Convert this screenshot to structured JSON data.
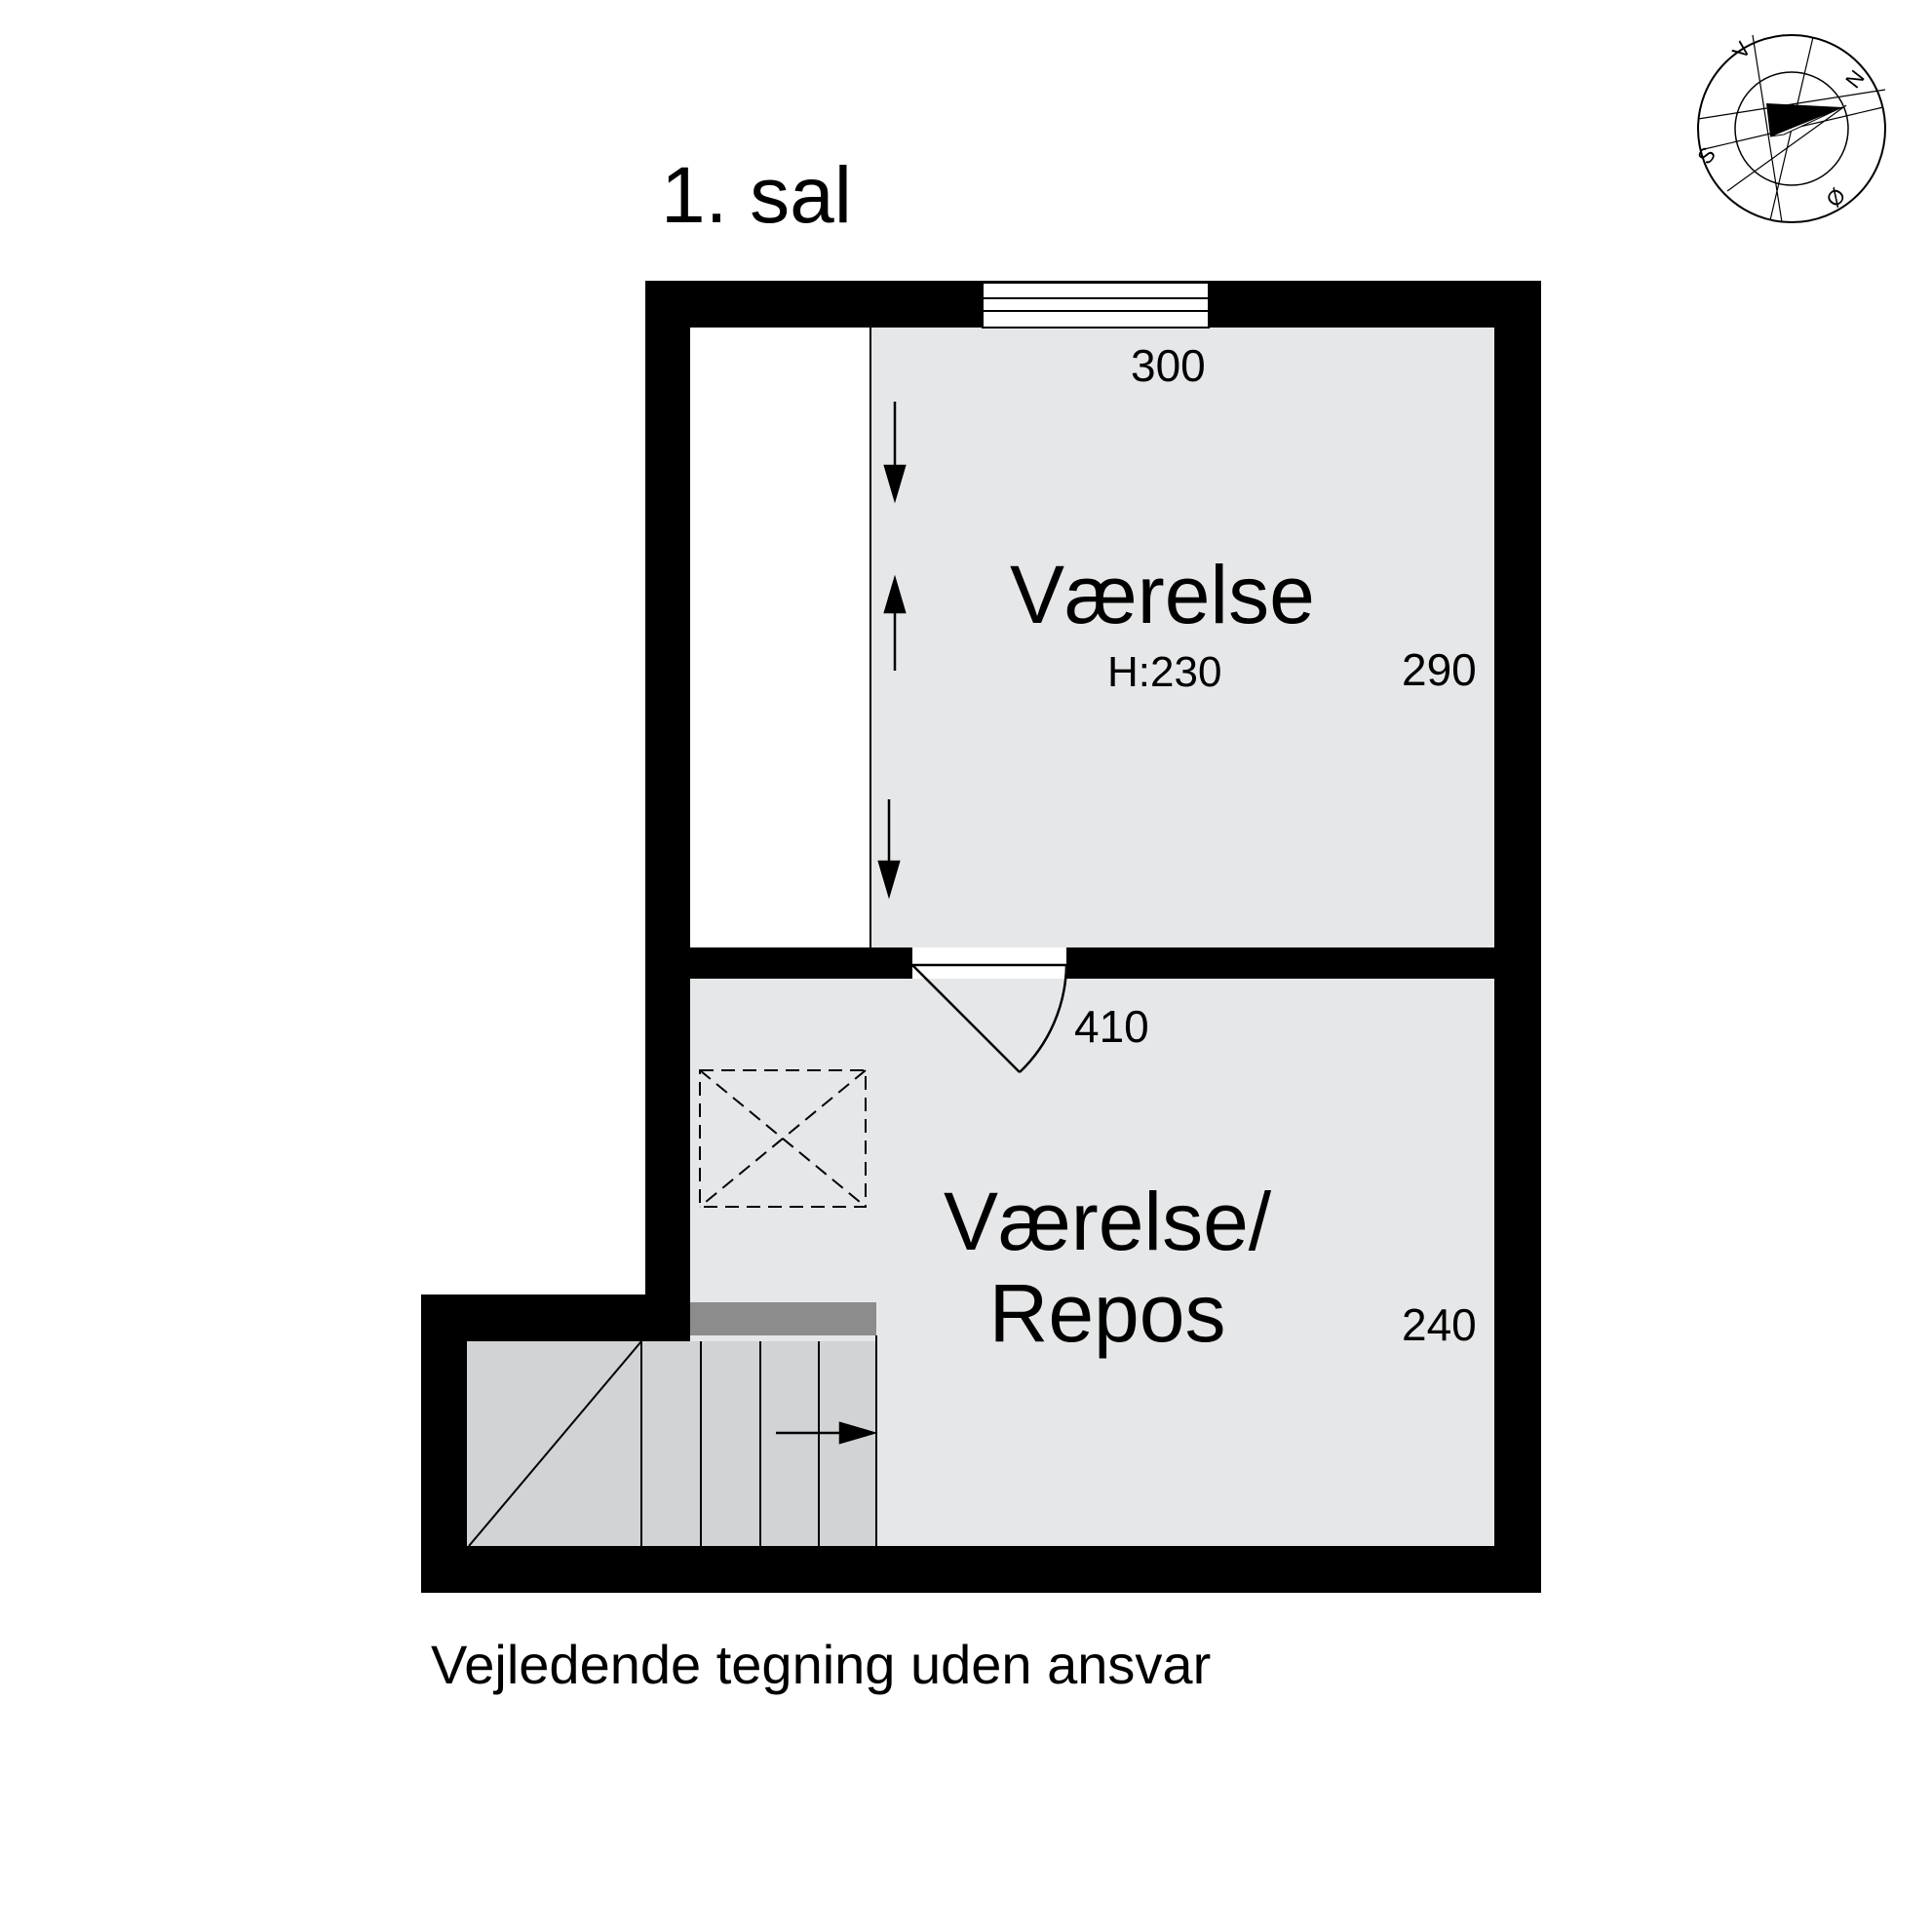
{
  "floor_title": "1. sal",
  "rooms": [
    {
      "name": "Værelse",
      "height": "H:230"
    },
    {
      "name_lines": [
        "Værelse/",
        "Repos"
      ]
    }
  ],
  "dimensions": {
    "top_width": "300",
    "upper_side": "290",
    "middle": "410",
    "lower_side": "240"
  },
  "compass": {
    "north": "N",
    "east": "Ø",
    "south": "S",
    "west": "V"
  },
  "disclaimer": "Vejledende tegning uden ansvar",
  "colors": {
    "wall": "#000000",
    "floor": "#e6e7e8",
    "stair": "#d1d3d4",
    "landing": "#8c8c8c"
  }
}
